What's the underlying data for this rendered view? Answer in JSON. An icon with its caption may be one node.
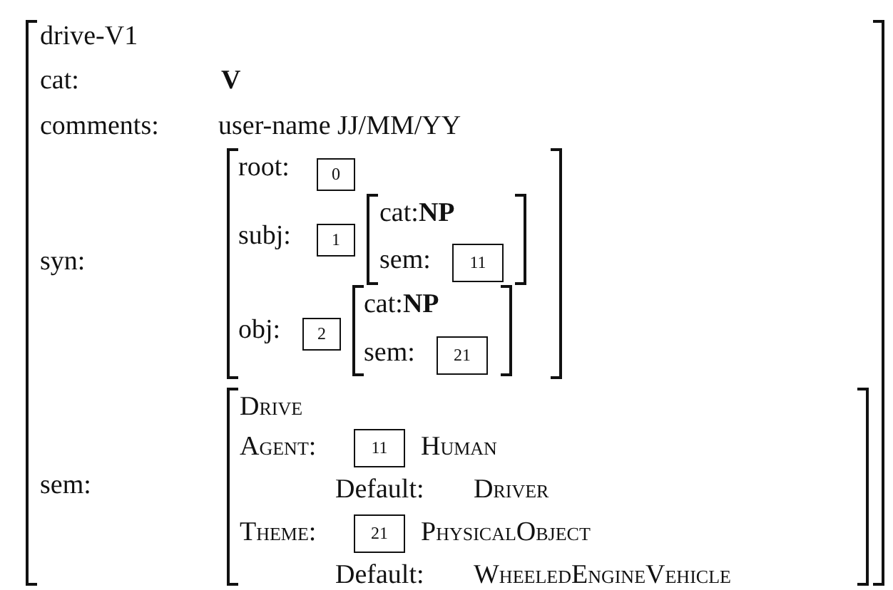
{
  "diagram": {
    "nodes": [
      {
        "text": [
          "drive-V1",
          "cat:",
          "V",
          "comments:",
          "user-name JJ/MM/YY",
          "syn:",
          "sem:"
        ]
      },
      {
        "text": [
          "root:",
          "subj:",
          "obj:"
        ],
        "in": 0
      },
      {
        "text": [
          "0"
        ],
        "in": 1
      },
      {
        "text": [
          "1"
        ],
        "in": 1
      },
      {
        "text": [
          "cat:**NP**",
          "sem:"
        ],
        "in": 1
      },
      {
        "text": [
          "11"
        ],
        "in": 4
      },
      {
        "text": [
          "2"
        ],
        "in": 1
      },
      {
        "text": [
          "cat:**NP**",
          "sem:"
        ],
        "in": 1
      },
      {
        "text": [
          "21"
        ],
        "in": 7
      },
      {
        "text": [
          "Drive",
          "Agent:",
          "Human",
          "Default:",
          "Driver",
          "Theme:",
          "PhysicalObject",
          "Default:",
          "WheeledEngineVehicle"
        ],
        "in": 0
      },
      {
        "text": [
          "11"
        ],
        "in": 9
      },
      {
        "text": [
          "21"
        ],
        "in": 9
      }
    ]
  }
}
